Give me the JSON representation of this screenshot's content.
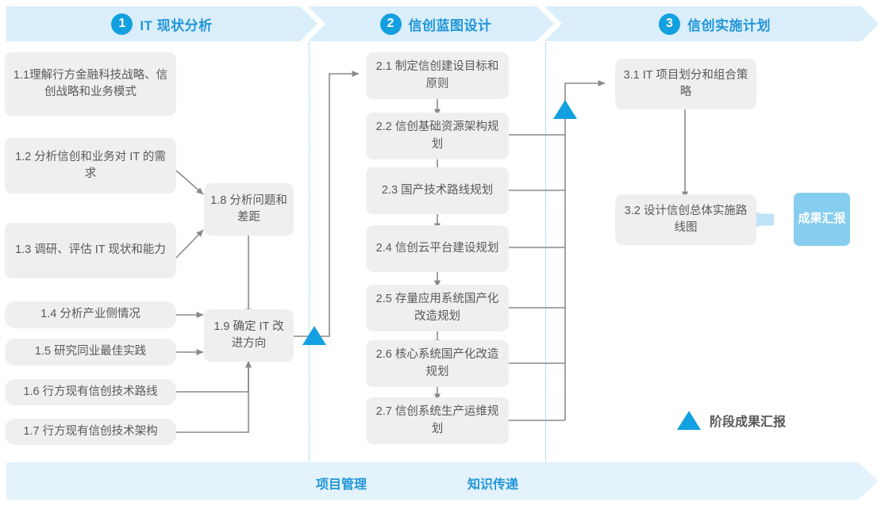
{
  "phases": [
    {
      "number": "1",
      "title": "IT 现状分析"
    },
    {
      "number": "2",
      "title": "信创蓝图设计"
    },
    {
      "number": "3",
      "title": "信创实施计划"
    }
  ],
  "phase1_tasks": [
    {
      "id": "1.1",
      "label": "1.1理解行方金融科技战略、信创战略和业务模式"
    },
    {
      "id": "1.2",
      "label": "1.2 分析信创和业务对 IT 的需求"
    },
    {
      "id": "1.3",
      "label": "1.3 调研、评估 IT 现状和能力"
    },
    {
      "id": "1.4",
      "label": "1.4 分析产业侧情况"
    },
    {
      "id": "1.5",
      "label": "1.5 研究同业最佳实践"
    },
    {
      "id": "1.6",
      "label": "1.6 行方现有信创技术路线"
    },
    {
      "id": "1.7",
      "label": "1.7 行方现有信创技术架构"
    },
    {
      "id": "1.8",
      "label": "1.8 分析问题和差距"
    },
    {
      "id": "1.9",
      "label": "1.9 确定 IT 改进方向"
    }
  ],
  "phase2_tasks": [
    {
      "id": "2.1",
      "label": "2.1 制定信创建设目标和原则"
    },
    {
      "id": "2.2",
      "label": "2.2 信创基础资源架构规划"
    },
    {
      "id": "2.3",
      "label": "2.3 国产技术路线规划"
    },
    {
      "id": "2.4",
      "label": "2.4 信创云平台建设规划"
    },
    {
      "id": "2.5",
      "label": "2.5 存量应用系统国产化改造规划"
    },
    {
      "id": "2.6",
      "label": "2.6 核心系统国产化改造规划"
    },
    {
      "id": "2.7",
      "label": "2.7 信创系统生产运维规划"
    }
  ],
  "phase3_tasks": [
    {
      "id": "3.1",
      "label": "3.1 IT 项目划分和组合策略"
    },
    {
      "id": "3.2",
      "label": "3.2 设计信创总体实施路线图"
    }
  ],
  "result_badge": {
    "label": "成果汇报"
  },
  "legend": {
    "label": "阶段成果汇报",
    "marker": "milestone-triangle"
  },
  "footer": {
    "labels": [
      "项目管理",
      "知识传递"
    ]
  },
  "colors": {
    "band_bg": "#daeefb",
    "footer_bg": "#e4f2fc",
    "accent_blue": "#12a0e0",
    "title_blue": "#2196d8",
    "box_bg": "#efefef",
    "box_text": "#59595b",
    "badge_bg": "#87cdef",
    "wire": "#8a8a8a",
    "dotted_divider": "#6ec6ea"
  }
}
